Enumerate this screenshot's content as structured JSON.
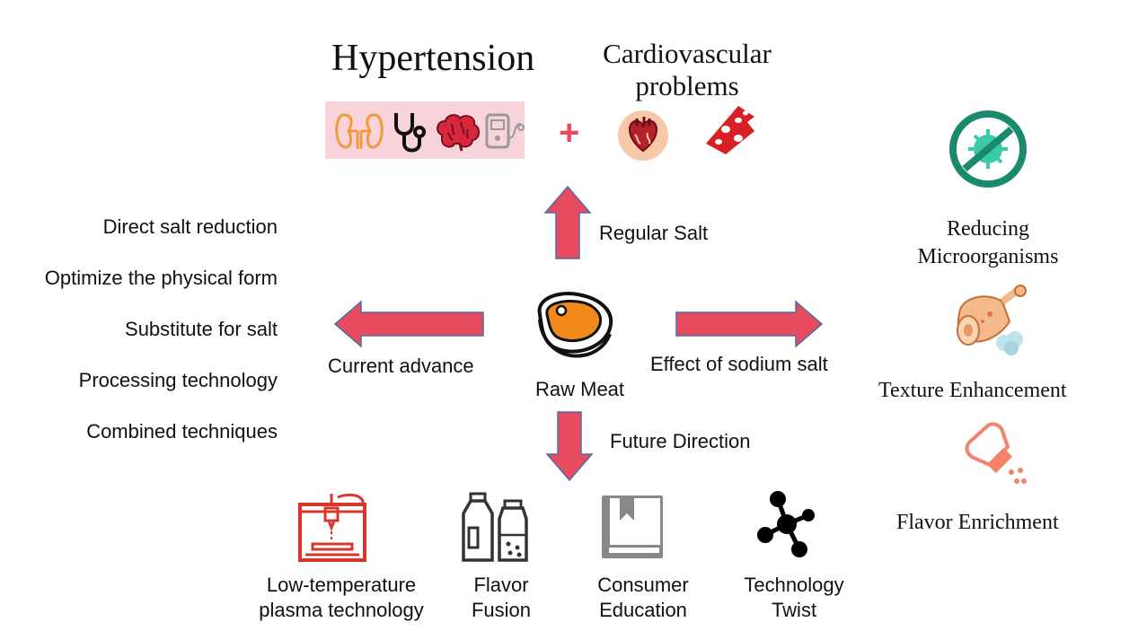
{
  "center": {
    "label": "Raw Meat"
  },
  "top": {
    "arrow_label": "Regular Salt",
    "hypertension": "Hypertension",
    "plus": "+",
    "cardio_line1": "Cardiovascular",
    "cardio_line2": "problems"
  },
  "left": {
    "arrow_label": "Current advance",
    "items": [
      "Direct salt reduction",
      "Optimize the physical form",
      "Substitute for salt",
      "Processing technology",
      "Combined techniques"
    ]
  },
  "right": {
    "arrow_label": "Effect of sodium salt",
    "items": [
      {
        "line1": "Reducing",
        "line2": "Microorganisms",
        "icon": "no-virus-icon"
      },
      {
        "line1": "Texture Enhancement",
        "icon": "ham-icon"
      },
      {
        "line1": "Flavor Enrichment",
        "icon": "salt-shaker-icon"
      }
    ]
  },
  "bottom": {
    "arrow_label": "Future Direction",
    "items": [
      {
        "line1": "Low-temperature",
        "line2": "plasma technology",
        "icon": "3d-printer-icon"
      },
      {
        "line1": "Flavor",
        "line2": "Fusion",
        "icon": "bottles-icon"
      },
      {
        "line1": "Consumer",
        "line2": "Education",
        "icon": "book-icon"
      },
      {
        "line1": "Technology",
        "line2": "Twist",
        "icon": "molecule-icon"
      }
    ]
  },
  "colors": {
    "arrow_fill": "#e84a5f",
    "arrow_stroke": "#4a6fa5",
    "pink_panel": "#f8d3da",
    "teal": "#1a8a6e",
    "salmon": "#f4826b"
  }
}
